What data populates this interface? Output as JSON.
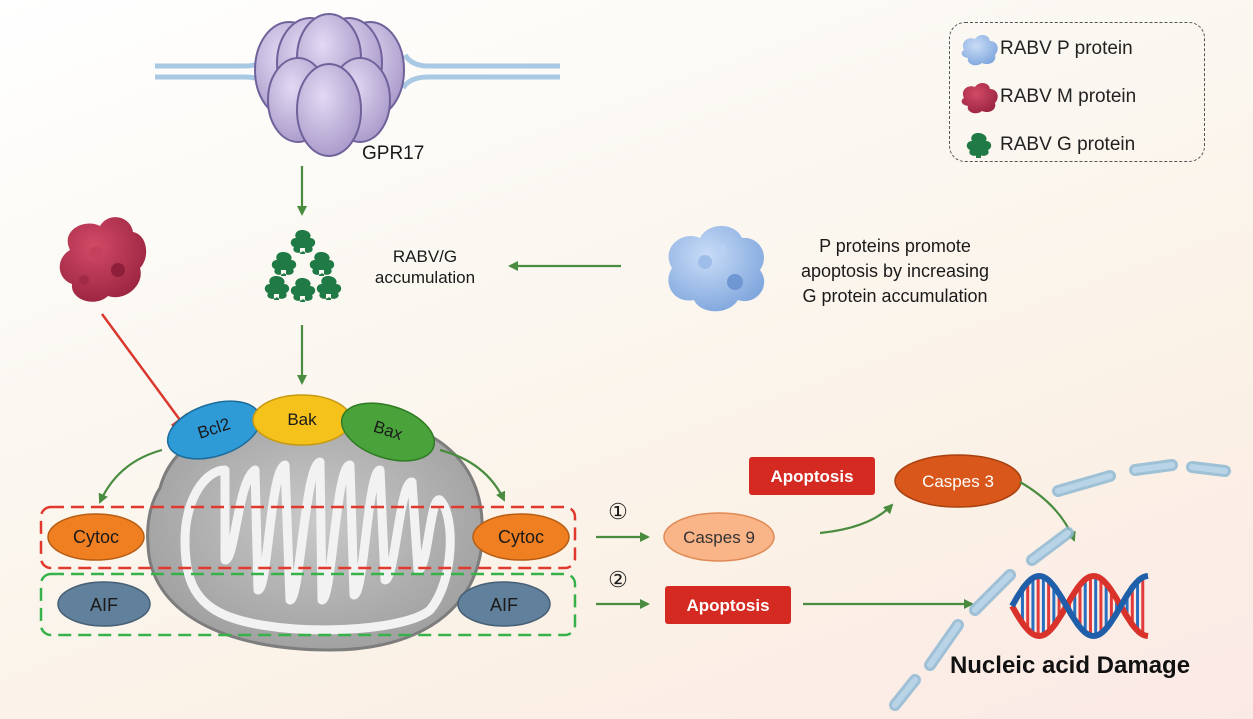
{
  "legend": {
    "items": [
      {
        "label": "RABV  P protein",
        "color": "#a9c6ef"
      },
      {
        "label": "RABV M protein",
        "color": "#b03550"
      },
      {
        "label": "RABV G protein",
        "color": "#1f7a45"
      }
    ]
  },
  "receptor_label": "GPR17",
  "accumulation_label": [
    "RABV/G",
    "accumulation"
  ],
  "p_protein_note": [
    "P proteins promote",
    "apoptosis by increasing",
    "G protein accumulation"
  ],
  "bcl_proteins": {
    "bcl2": "Bcl2",
    "bak": "Bak",
    "bax": "Bax"
  },
  "cytoc_label": "Cytoc",
  "aif_label": "AIF",
  "pathway_markers": {
    "one": "①",
    "two": "②"
  },
  "caspase9_label": "Caspes 9",
  "caspase3_label": "Caspes 3",
  "apoptosis_label": "Apoptosis",
  "damage_label": "Nucleic acid Damage",
  "colors": {
    "arrow": "#4a8c3f",
    "inhibit": "#d9382f",
    "red_box": "#e03a2f",
    "green_box": "#37b24a",
    "apoptosis_box": "#d42a22"
  }
}
